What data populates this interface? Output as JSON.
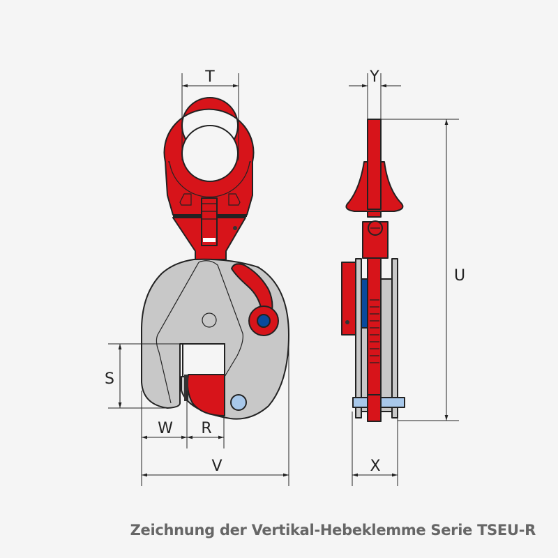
{
  "caption": "Zeichnung der Vertikal-Hebeklemme Serie TSEU-R",
  "dimensions": {
    "T": "T",
    "Y": "Y",
    "U": "U",
    "S": "S",
    "W": "W",
    "R": "R",
    "V": "V",
    "X": "X"
  },
  "colors": {
    "background": "#f5f5f5",
    "red": "#d7141a",
    "gray": "#c8c8c8",
    "blue": "#0a4a9c",
    "light_blue": "#a8c8ea",
    "caption": "#666666"
  }
}
